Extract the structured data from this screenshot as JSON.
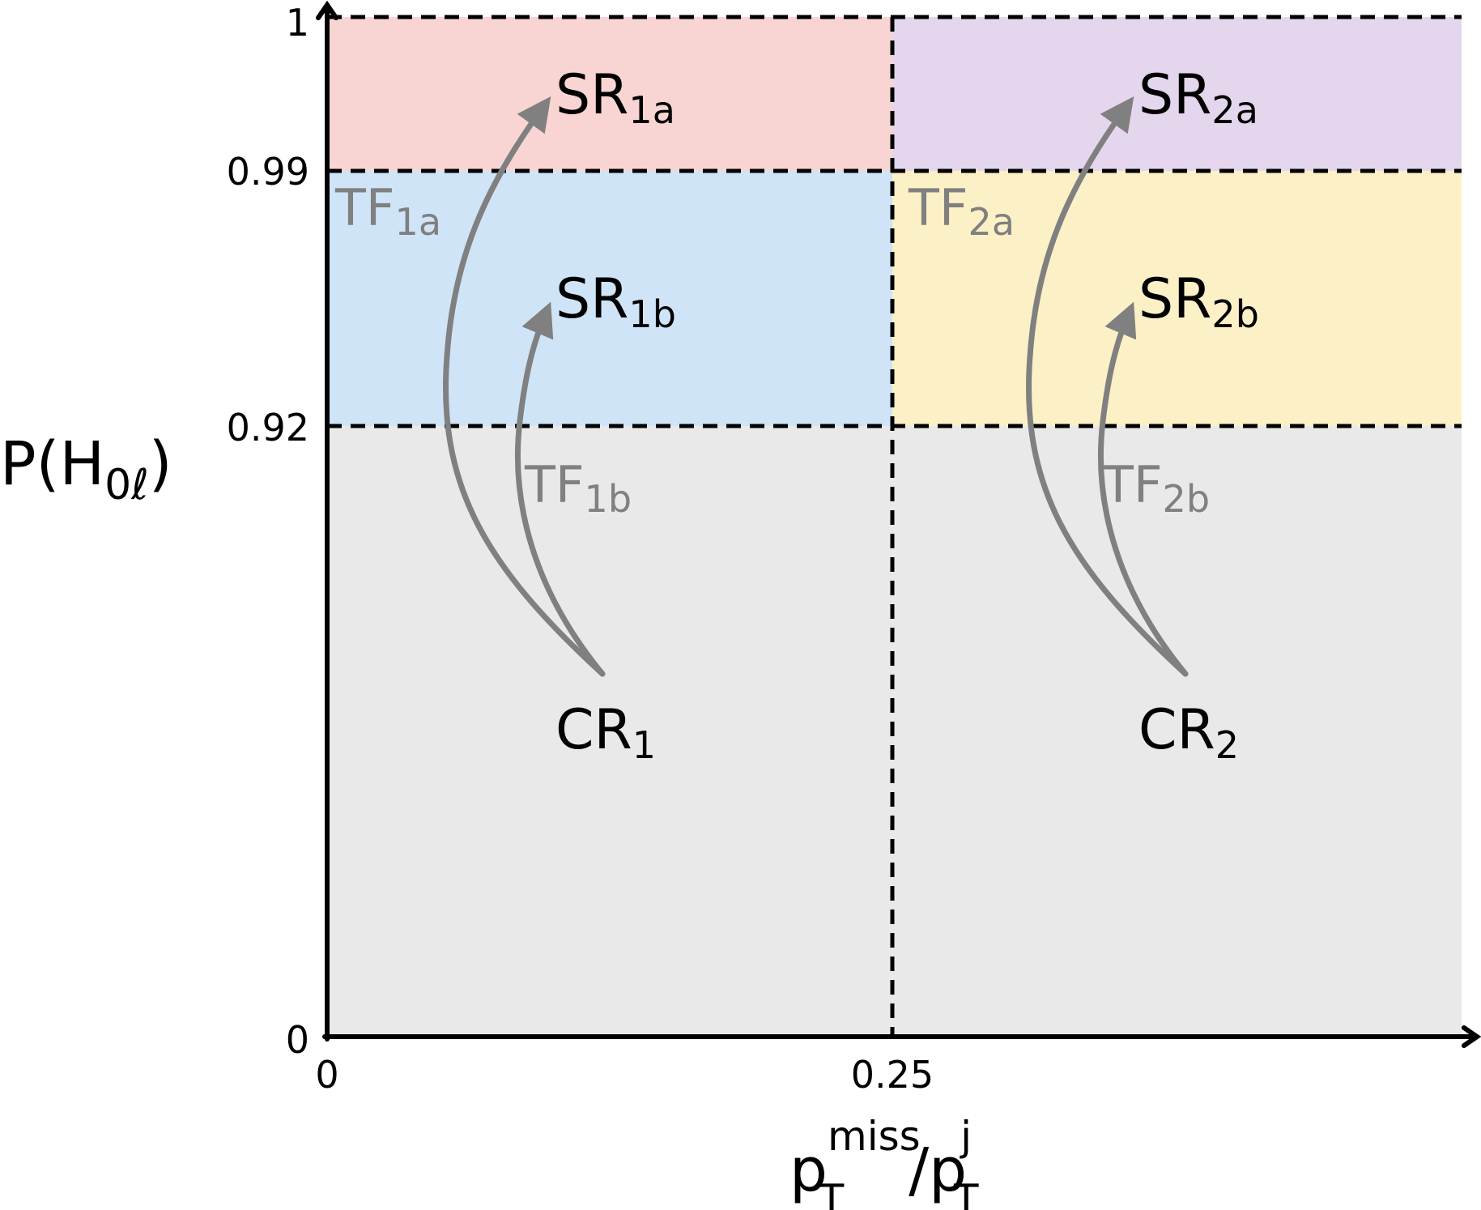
{
  "axes": {
    "y_label": {
      "main": "P(H",
      "sub": "0ℓ",
      "close": ")"
    },
    "x_label": {
      "p1": "p",
      "p1_sub": "T",
      "p1_sup": "miss",
      "slash": "/p",
      "p2_sub": "T",
      "p2_sup": "j"
    },
    "y_ticks": [
      "1",
      "0.99",
      "0.92",
      "0"
    ],
    "x_ticks": [
      "0",
      "0.25"
    ]
  },
  "regions": {
    "sr1a": {
      "main": "SR",
      "sub": "1a",
      "color": "#f8d5d3"
    },
    "sr1b": {
      "main": "SR",
      "sub": "1b",
      "color": "#cfe4f7"
    },
    "sr2a": {
      "main": "SR",
      "sub": "2a",
      "color": "#e4d6ec"
    },
    "sr2b": {
      "main": "SR",
      "sub": "2b",
      "color": "#fcf0c6"
    },
    "cr1": {
      "main": "CR",
      "sub": "1",
      "color": "#e9e9e9"
    },
    "cr2": {
      "main": "CR",
      "sub": "2",
      "color": "#e9e9e9"
    }
  },
  "transfer_factors": {
    "tf1a": {
      "main": "TF",
      "sub": "1a"
    },
    "tf1b": {
      "main": "TF",
      "sub": "1b"
    },
    "tf2a": {
      "main": "TF",
      "sub": "2a"
    },
    "tf2b": {
      "main": "TF",
      "sub": "2b"
    }
  },
  "thresholds": {
    "y": [
      0.92,
      0.99,
      1
    ],
    "x": [
      0.25
    ]
  },
  "colors": {
    "arrow": "#808080",
    "axis": "#000000"
  }
}
